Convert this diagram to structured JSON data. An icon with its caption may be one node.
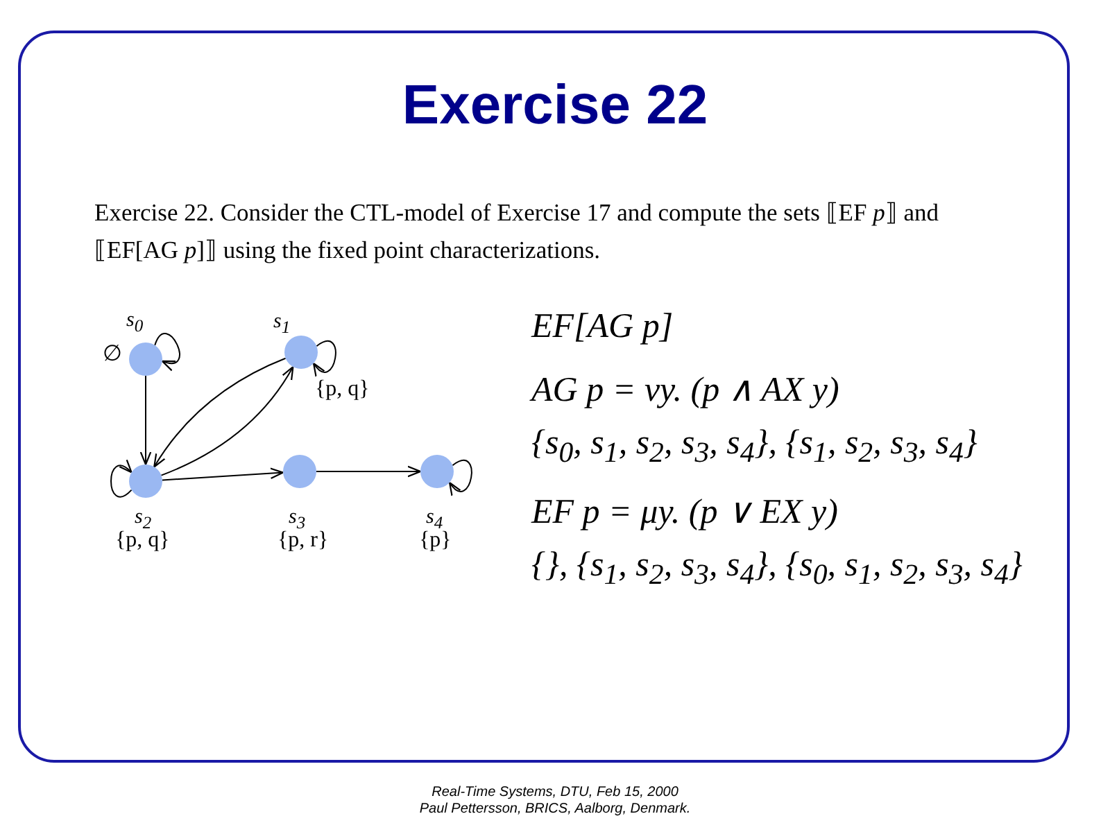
{
  "diagram": {
    "title": "Exercise 22",
    "nodes": [
      {
        "text": [
          "s$_{0}$"
        ],
        "beside": [
          "∅"
        ]
      },
      {
        "text": [
          "s$_{1}$"
        ],
        "beside": [
          "{p, q}"
        ]
      },
      {
        "text": [
          "s$_{2}$"
        ],
        "beside": [
          "{p, q}"
        ]
      },
      {
        "text": [
          "s$_{3}$"
        ],
        "beside": [
          "{p, r}"
        ]
      },
      {
        "text": [
          "s$_{4}$"
        ],
        "beside": [
          "{p}"
        ]
      }
    ],
    "edges": [
      {
        "from": 0,
        "to": 0,
        "arrow": "to"
      },
      {
        "from": 0,
        "to": 2,
        "arrow": "to"
      },
      {
        "from": 1,
        "to": 1,
        "arrow": "to"
      },
      {
        "from": 1,
        "to": 2,
        "arrow": "to"
      },
      {
        "from": 2,
        "to": 1,
        "arrow": "to"
      },
      {
        "from": 2,
        "to": 2,
        "arrow": "to"
      },
      {
        "from": 2,
        "to": 3,
        "arrow": "to"
      },
      {
        "from": 3,
        "to": 4,
        "arrow": "to"
      },
      {
        "from": 4,
        "to": 4,
        "arrow": "to"
      }
    ],
    "labels": [
      "Exercise 22. Consider the CTL-model of Exercise 17 and compute the sets ⟦EF *p*⟧ and ⟦EF[AG *p*]⟧ using the fixed point characterizations.",
      "EF[AG p]",
      "AG p = νy. (p ∧ AX y)",
      "{s$_{0}$, s$_{1}$, s$_{2}$, s$_{3}$, s$_{4}$}, {s$_{1}$, s$_{2}$, s$_{3}$, s$_{4}$}",
      "EF p = μy. (p ∨ EX y)",
      "{}, {s$_{1}$, s$_{2}$, s$_{3}$, s$_{4}$}, {s$_{0}$, s$_{1}$, s$_{2}$, s$_{3}$, s$_{4}$}",
      "Real-Time Systems, DTU, Feb 15, 2000",
      "Paul Pettersson, BRICS, Aalborg, Denmark."
    ]
  }
}
